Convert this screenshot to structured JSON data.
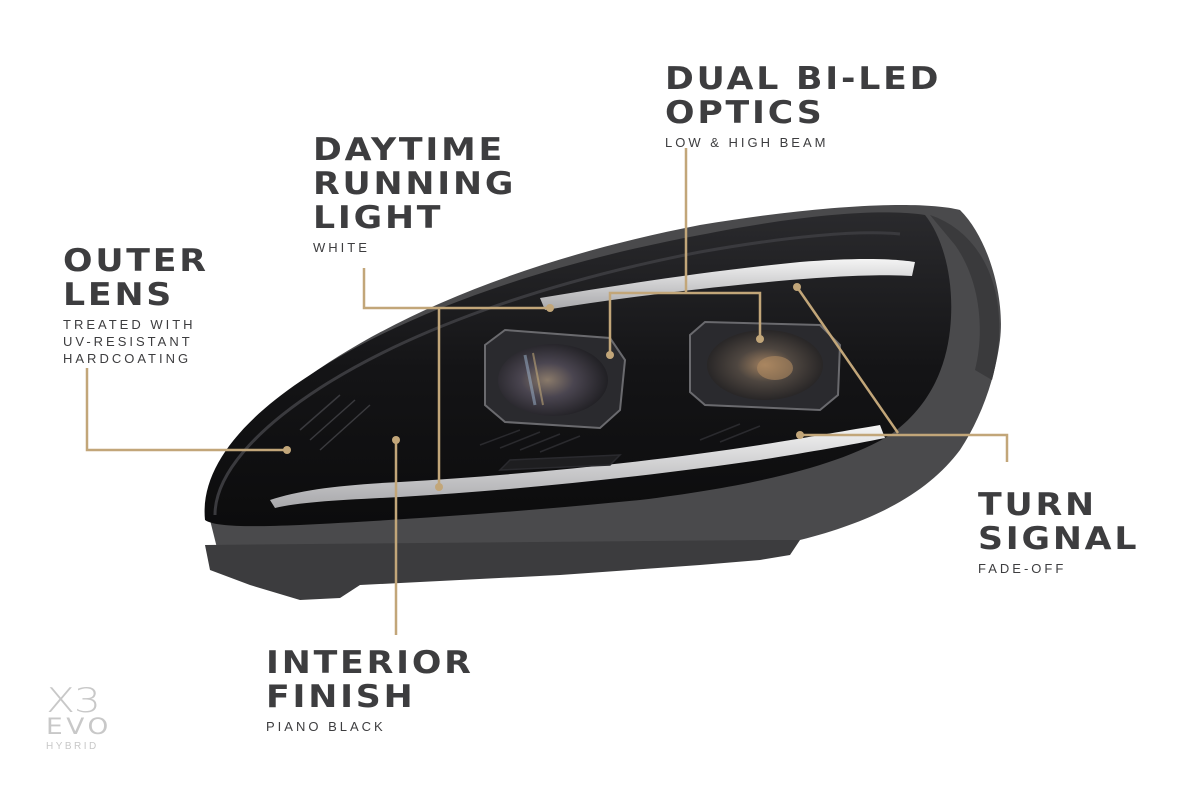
{
  "colors": {
    "background": "#ffffff",
    "label_text": "#3d3d3f",
    "leader_line": "#c2a679",
    "logo": "#c8c8c8",
    "housing_dark": "#1c1c1e",
    "housing_gray": "#4a4a4c"
  },
  "callouts": [
    {
      "id": "dual-bi-led-optics",
      "title_lines": [
        "DUAL BI-LED",
        "OPTICS"
      ],
      "subtitle_lines": [
        "LOW & HIGH BEAM"
      ]
    },
    {
      "id": "daytime-running-light",
      "title_lines": [
        "DAYTIME",
        "RUNNING",
        "LIGHT"
      ],
      "subtitle_lines": [
        "WHITE"
      ]
    },
    {
      "id": "outer-lens",
      "title_lines": [
        "OUTER",
        "LENS"
      ],
      "subtitle_lines": [
        "TREATED WITH",
        "UV-RESISTANT",
        "HARDCOATING"
      ]
    },
    {
      "id": "turn-signal",
      "title_lines": [
        "TURN",
        "SIGNAL"
      ],
      "subtitle_lines": [
        "FADE-OFF"
      ]
    },
    {
      "id": "interior-finish",
      "title_lines": [
        "INTERIOR",
        "FINISH"
      ],
      "subtitle_lines": [
        "PIANO BLACK"
      ]
    }
  ],
  "logo": {
    "line1": "X3",
    "line2": "EVO",
    "line3": "HYBRID"
  },
  "product_image": {
    "subject": "headlight-assembly"
  }
}
